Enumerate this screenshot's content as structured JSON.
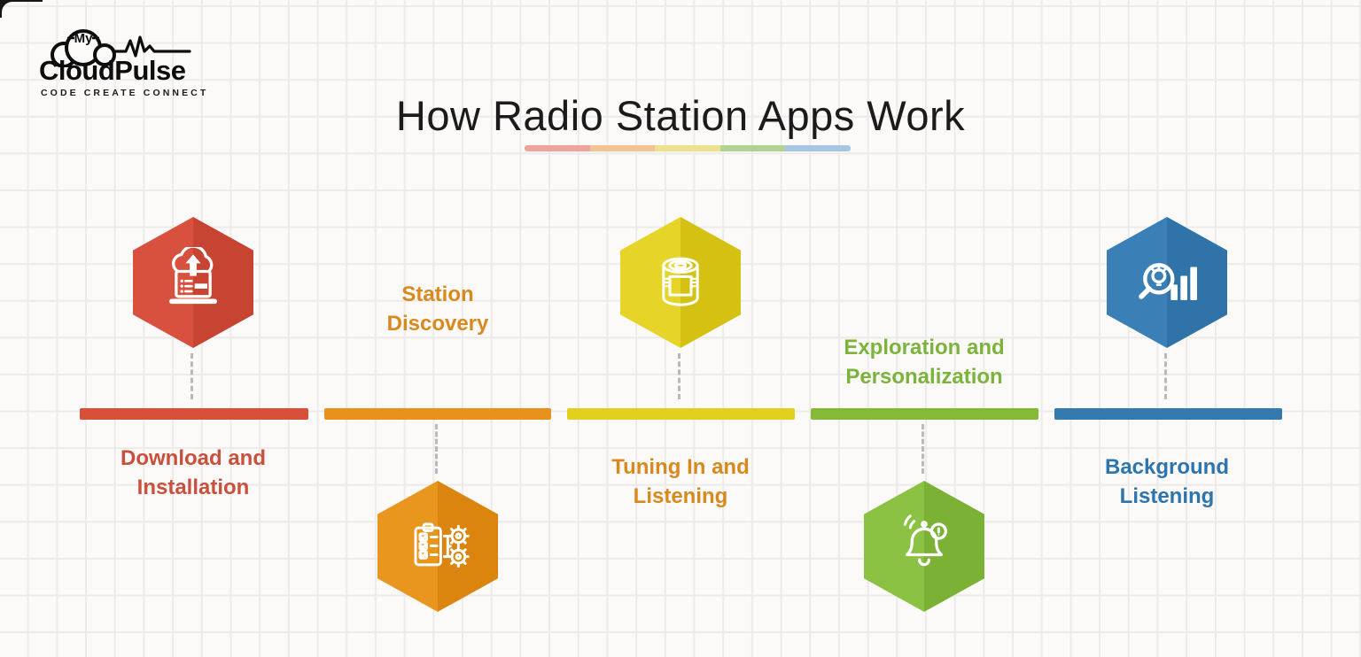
{
  "brand": {
    "prefix": "My",
    "name": "CloudPulse",
    "tagline": "CODE CREATE CONNECT"
  },
  "title": {
    "text": "How Radio Station Apps Work"
  },
  "underline_colors": [
    "#eda49b",
    "#f2c493",
    "#ece28d",
    "#b1d392",
    "#a6c6e3"
  ],
  "steps": [
    {
      "label": "Download and Installation",
      "icon": "laptop-cloud-download-icon",
      "hex_left": "#d8503e",
      "hex_right": "#c64431",
      "bar_color": "#d9503a",
      "label_color": "#c8503c",
      "position": "top"
    },
    {
      "label": "Station Discovery",
      "icon": "checklist-gears-icon",
      "hex_left": "#e9961f",
      "hex_right": "#db850f",
      "bar_color": "#e8921d",
      "label_color": "#d9891e",
      "position": "bottom"
    },
    {
      "label": "Tuning In and Listening",
      "icon": "radio-can-icon",
      "hex_left": "#e6d528",
      "hex_right": "#d4c112",
      "bar_color": "#e3cf1d",
      "label_color": "#d8891e",
      "position": "top"
    },
    {
      "label": "Exploration and Personalization",
      "icon": "notification-bell-icon",
      "hex_left": "#8bc243",
      "hex_right": "#7bb134",
      "bar_color": "#84ba35",
      "label_color": "#7cb33c",
      "position": "bottom"
    },
    {
      "label": "Background Listening",
      "icon": "insight-analysis-icon",
      "hex_left": "#3a80b6",
      "hex_right": "#2f73a9",
      "bar_color": "#337aae",
      "label_color": "#2e74ad",
      "position": "top"
    }
  ]
}
